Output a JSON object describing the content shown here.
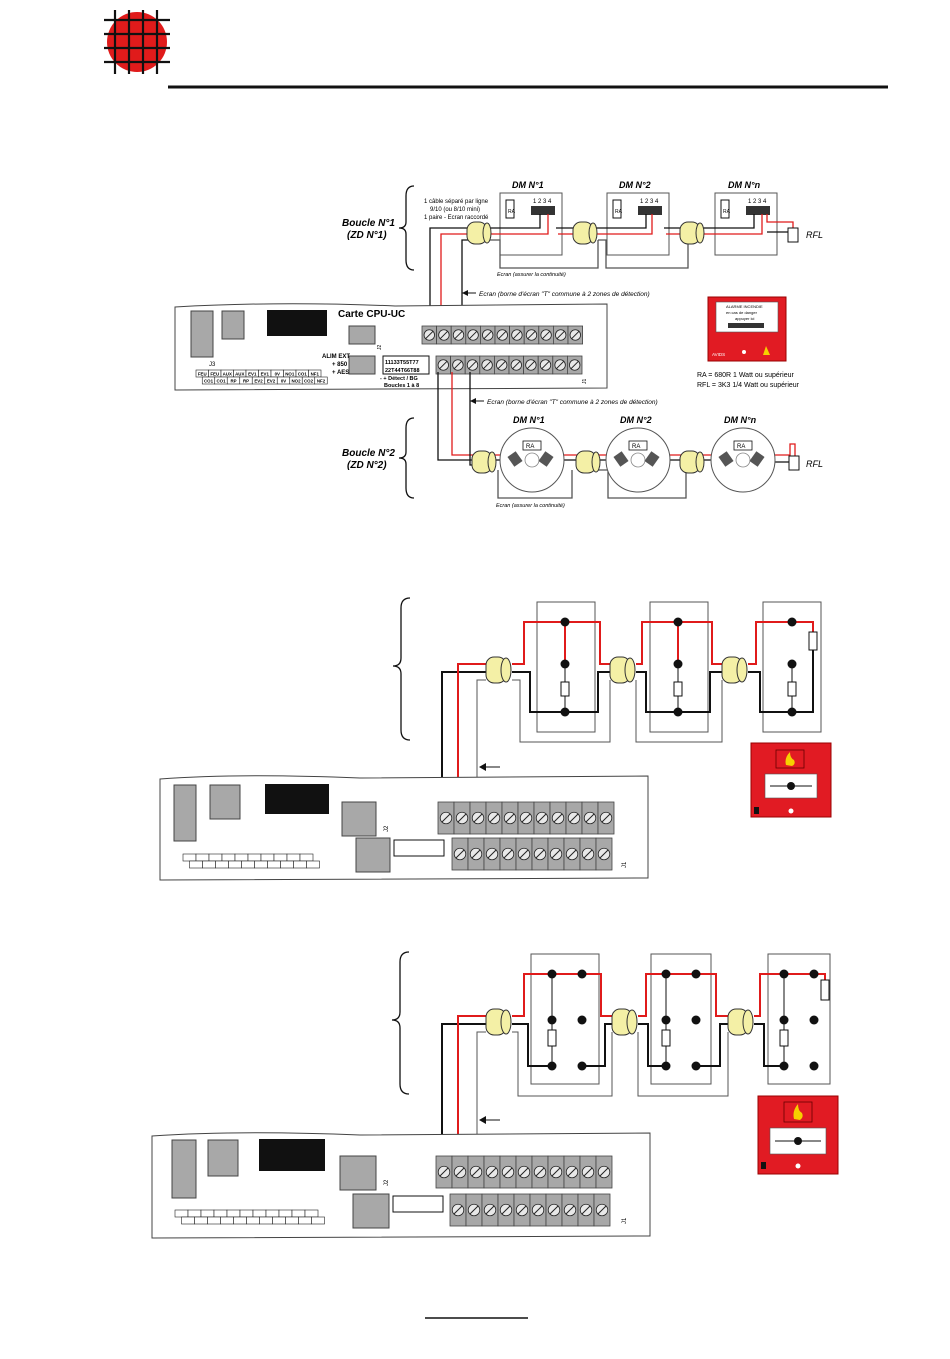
{
  "colors": {
    "logo_red": "#e01b1b",
    "wire_red": "#e01b1b",
    "ferrite": "#f4f0a6",
    "panel_red": "#e11b23",
    "terminal": "#a8a8a8"
  },
  "icons": {
    "logo": "grid-circle-logo",
    "ferrite": "ferrite-ring-icon",
    "resistor": "resistor-icon",
    "manual_call_point": "manual-call-point-icon",
    "smoke_detector": "round-detector-icon"
  },
  "fig1": {
    "top_loop": {
      "label_line1": "Boucle N°1",
      "label_line2": "(ZD N°1)",
      "cable_note": [
        "1 câble séparé par ligne",
        "9/10 (ou 8/10 mini)",
        "1 paire - Ecran raccordé"
      ],
      "dm_titles": [
        "DM N°1",
        "DM N°2",
        "DM N°n"
      ],
      "terminal_numbers": "1 2 3 4",
      "ra_label": "RA",
      "rfl_label": "RFL",
      "screen_note": "Ecran (assurer la continuité)"
    },
    "screen_top_note": "Ecran (borne d'écran \"T\" commune  à 2 zones de détection)",
    "cpu": {
      "title": "Carte CPU-UC",
      "j3_label": "J3",
      "j2_label": "J2",
      "j1_label": "J1",
      "alim_lines": [
        "ALIM EXT",
        "+ 850",
        "+ AES"
      ],
      "terminal_row1": "11133T55T77",
      "terminal_row2": "22T44T66T88",
      "detect_lines": [
        "- + Détect / BG",
        "Boucles 1 à 8"
      ],
      "io_row1": [
        "FEU",
        "FEU",
        "AUX",
        "AUX",
        "EV1",
        "EV1",
        "0V",
        "NO1",
        "CO1",
        "NF1"
      ],
      "io_row2": [
        "CO1",
        "CO1",
        "RP",
        "RP",
        "EV2",
        "EV2",
        "0V",
        "NO2",
        "CO2",
        "NF2"
      ]
    },
    "legend": [
      "RA = 680R  1 Watt ou supérieur",
      "RFL = 3K3   1/4 Watt ou supérieur"
    ],
    "mcp_text": [
      "ALARME INCENDIE",
      "en cas de danger",
      "appuyer ici"
    ],
    "mcp_badge": "AVIDS",
    "screen_bottom_note": "Ecran (borne d'écran \"T\" commune  à 2 zones de détection)",
    "bottom_loop": {
      "label_line1": "Boucle N°2",
      "label_line2": "(ZD N°2)",
      "dm_titles": [
        "DM N°1",
        "DM N°2",
        "DM N°n"
      ],
      "ra_label": "RA",
      "rfl_label": "RFL",
      "screen_note": "Ecran (assurer la continuité)"
    }
  },
  "fig2": {
    "j2_label": "J2",
    "j1_label": "J1"
  },
  "fig3": {
    "j2_label": "J2",
    "j1_label": "J1"
  }
}
